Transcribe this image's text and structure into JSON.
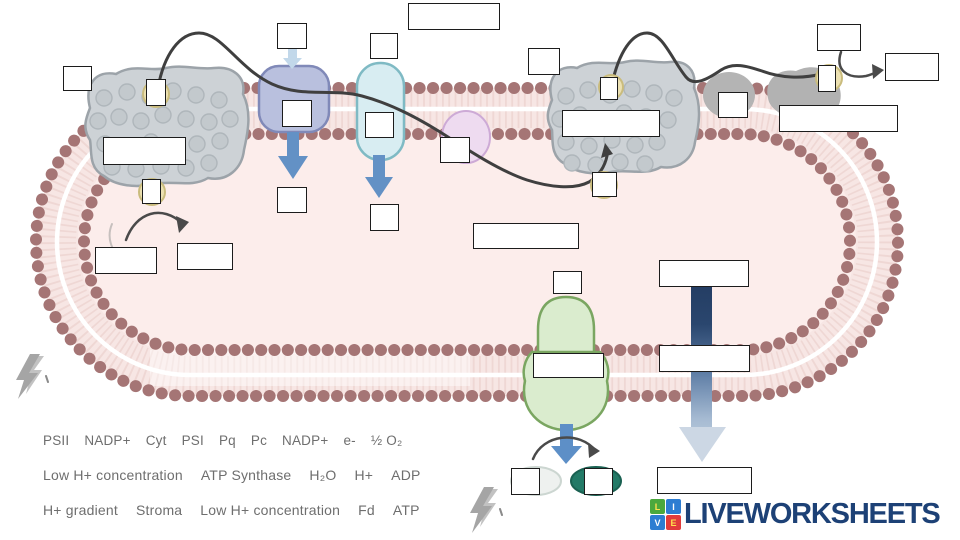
{
  "word_bank": {
    "rows": [
      [
        "PSII",
        "NADP+",
        "Cyt",
        "PSI",
        "Pq",
        "Pc",
        "NADP+",
        "e-",
        "½ O₂"
      ],
      [
        "Low H+ concentration",
        "ATP Synthase",
        "H₂O",
        "H+",
        "ADP"
      ],
      [
        "H+ gradient",
        "Stroma",
        "Low H+ concentration",
        "Fd",
        "ATP"
      ]
    ]
  },
  "logo": {
    "text": "LIVEWORKSHEETS",
    "text_color": "#1d4176",
    "squares": [
      {
        "letter": "L",
        "color": "#4ba83d"
      },
      {
        "letter": "I",
        "color": "#2d7dd2"
      },
      {
        "letter": "V",
        "color": "#2d7dd2"
      },
      {
        "letter": "E",
        "color": "#e23b3b"
      }
    ]
  },
  "colors": {
    "membrane_bead": "#a57575",
    "lumen": "#fcedeb",
    "band": "#f7e6e4",
    "protein_gray": "#cdd2d6",
    "pq_lavender": "#b9c0de",
    "cyt_cyan": "#d8edf2",
    "pc_pink": "#eedbf0",
    "atp_synthase_green": "#daecce",
    "carrier_yellow": "#ece1b2",
    "arrow_blue": "#5d8fc7",
    "gradient_arrow_navy": "#21395e",
    "atp_oval_teal": "#237a67",
    "electron_line": "#3f3f3f"
  }
}
